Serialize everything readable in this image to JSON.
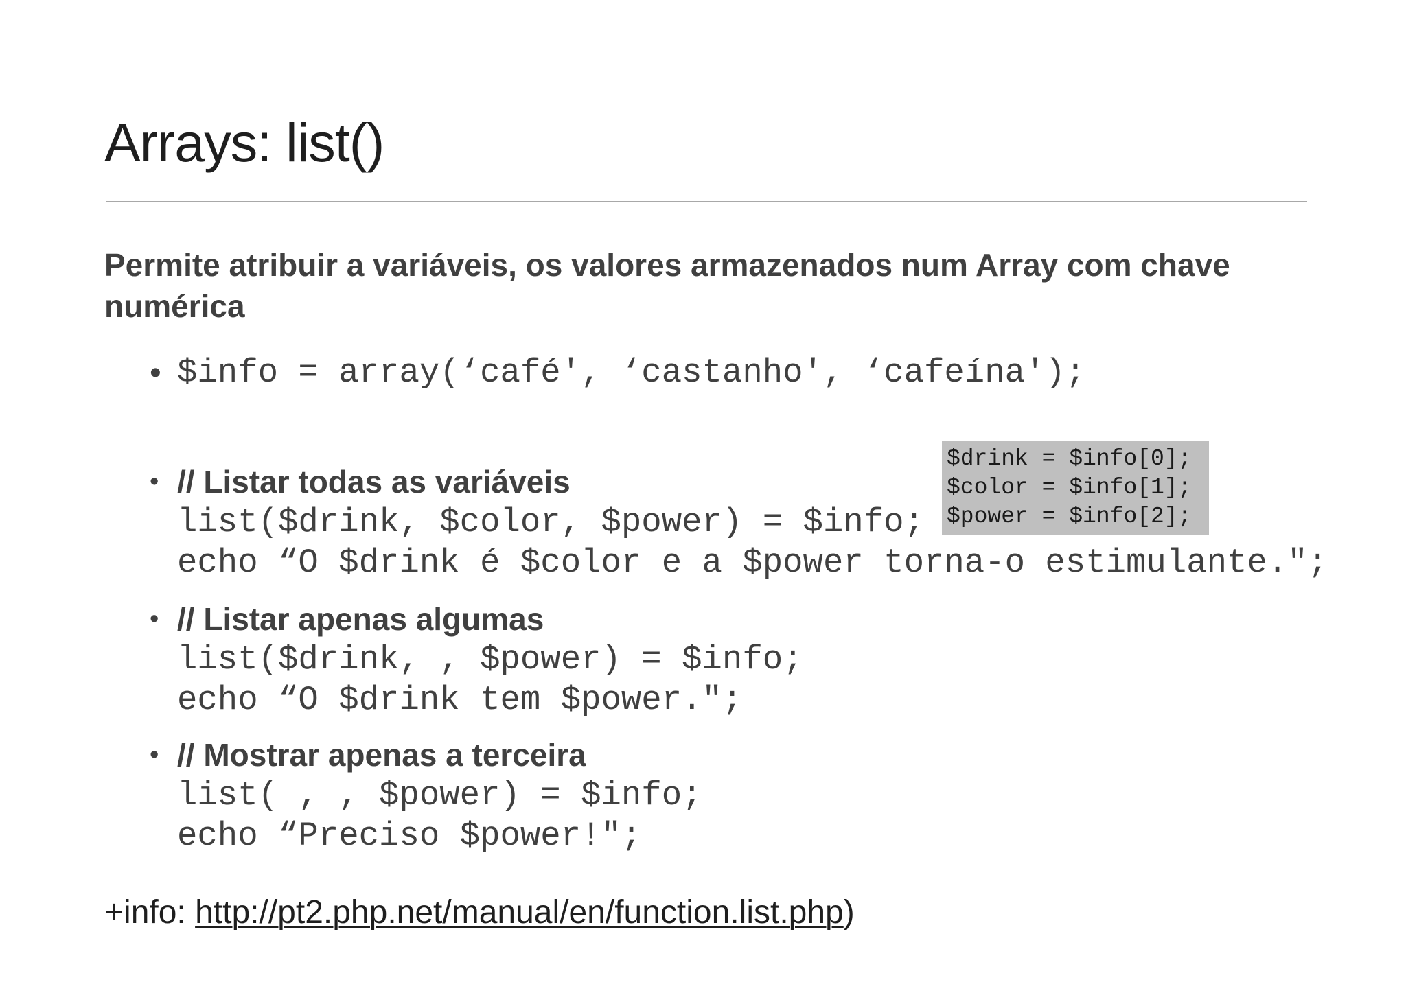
{
  "title": "Arrays: list()",
  "intro_line1": "Permite atribuir a variáveis, os valores armazenados num Array com chave",
  "intro_line2": "numérica",
  "bullet_symbol": "•",
  "items": [
    {
      "code": "$info = array(‘café', ‘castanho', ‘cafeína');"
    },
    {
      "heading": "// Listar todas as variáveis",
      "code_lines": [
        "list($drink, $color, $power) = $info;",
        "echo “O $drink é $color e a $power torna-o estimulante.\";"
      ]
    },
    {
      "heading": "// Listar apenas algumas",
      "code_lines": [
        "list($drink, , $power) = $info;",
        "echo “O $drink tem $power.\";"
      ]
    },
    {
      "heading": "// Mostrar apenas a terceira",
      "code_lines": [
        "list( , , $power) = $info;",
        "echo “Preciso $power!\";"
      ]
    }
  ],
  "code_box": [
    "$drink = $info[0];",
    "$color = $info[1];",
    "$power = $info[2];"
  ],
  "footer": {
    "prefix": "+info: ",
    "link_text": "http://pt2.php.net/manual/en/function.list.php",
    "suffix": ")"
  },
  "colors": {
    "text": "#404040",
    "title": "#1e1e1e",
    "rule": "#a8a8a8",
    "code_box_background": "#bfbfbf"
  }
}
